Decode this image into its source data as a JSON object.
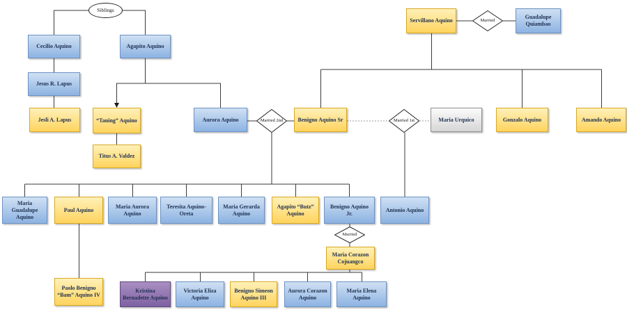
{
  "diagram": {
    "kind": "family-tree-flowchart",
    "colors": {
      "blue_top": "#cfe0f3",
      "blue_bottom": "#8db3e2",
      "blue_border": "#6c92c4",
      "yellow_top": "#fff0b8",
      "yellow_bottom": "#ffd45e",
      "yellow_border": "#d9a821",
      "gray_top": "#fbfbfb",
      "gray_bottom": "#d6d6d6",
      "gray_border": "#8f8f8f",
      "purple_top": "#a98fc2",
      "purple_bottom": "#7e61a3",
      "purple_border": "#5f4a7d",
      "text": "#1f3050"
    },
    "nodes": {
      "siblings": "Siblings",
      "cecilio": "Cecilio Aquino",
      "agapito_sr": "Agapito Aquino",
      "jesus": "Jesus R. Lapus",
      "jesli": "Jesli A. Lapus",
      "taning": "“Taning” Aquino",
      "titus": "Titus A. Valdez",
      "aurora": "Aurora Aquino",
      "married_2nd": "Married 2nd",
      "benigno_sr": "Benigno Aquino Sr",
      "married_1st": "Married 1st",
      "maria_urquico": "Maria Urquico",
      "gonzalo": "Gonzalo Aquino",
      "amando": "Amando Aquino",
      "servillano": "Servillano Aquino",
      "married": "Married",
      "guadalupe": "Guadalupe Quiambao",
      "maria_guadalupe": "Maria Guadalupe Aquino",
      "paul": "Paul Aquino",
      "maria_aurora": "Maria Aurora Aquino",
      "teresita": "Teresita Aquino-Oreta",
      "maria_gerarda": "Maria Gerarda Aquino",
      "butz": "Agapito “Butz” Aquino",
      "benigno_jr": "Benigno Aquino Jr.",
      "antonio": "Antonio Aquino",
      "married_jr": "Married",
      "corazon": "Maria Corazon Cojuangco",
      "bam": "Paolo Benigno “Bam” Aquino IV",
      "kristina": "Kristina Bernadette Aquino",
      "victoria": "Victoria Eliza Aquino",
      "benigno_iii": "Benigno Simeon Aquino III",
      "aurora_corazon": "Aurora Corazon Aquino",
      "maria_elena": "Maria Elena Aquino"
    }
  }
}
